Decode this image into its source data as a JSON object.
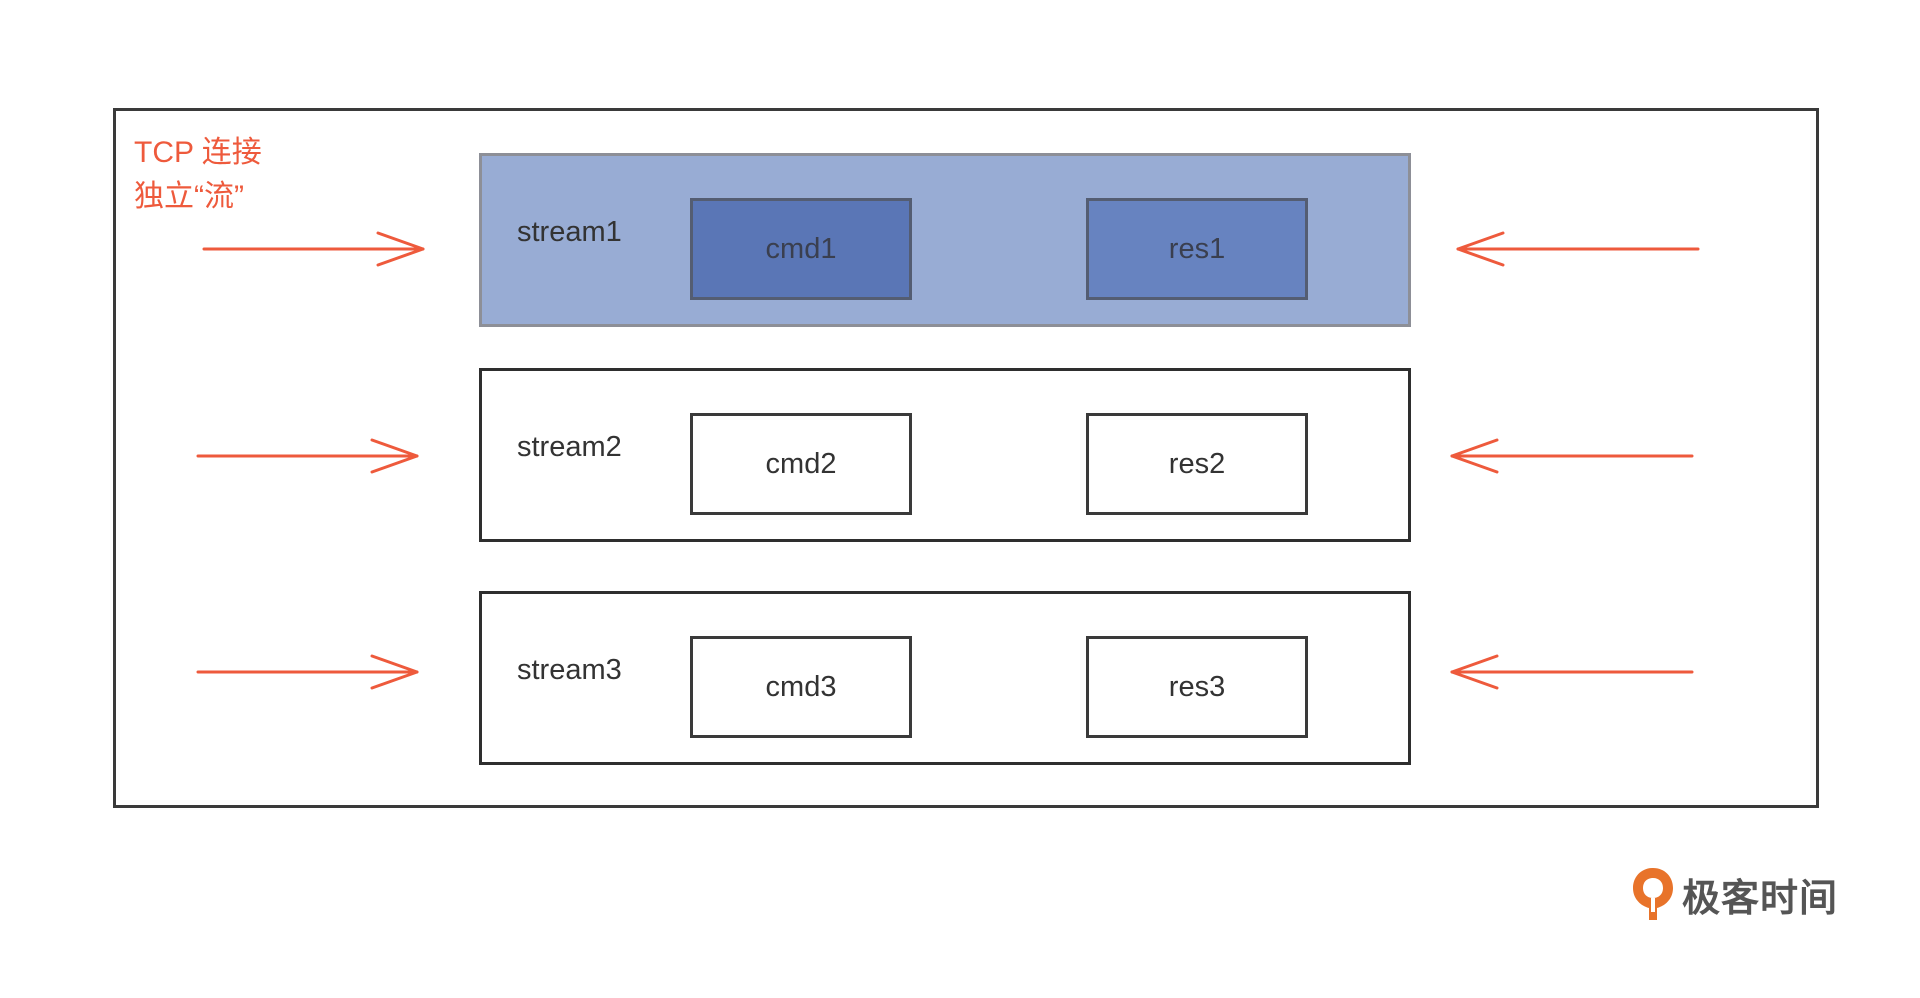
{
  "connection": {
    "label_line1": "TCP 连接",
    "label_line2": "独立“流”"
  },
  "streams": [
    {
      "name": "stream1",
      "cmd": "cmd1",
      "res": "res1",
      "highlighted": true
    },
    {
      "name": "stream2",
      "cmd": "cmd2",
      "res": "res2",
      "highlighted": false
    },
    {
      "name": "stream3",
      "cmd": "cmd3",
      "res": "res3",
      "highlighted": false
    }
  ],
  "brand": {
    "name": "极客时间"
  },
  "colors": {
    "arrow": "#ee5a3c",
    "highlight_stream": "#98acd4",
    "highlight_cmd": "#5a76b6",
    "highlight_res": "#6783c0",
    "brand_logo": "#e8732a"
  }
}
